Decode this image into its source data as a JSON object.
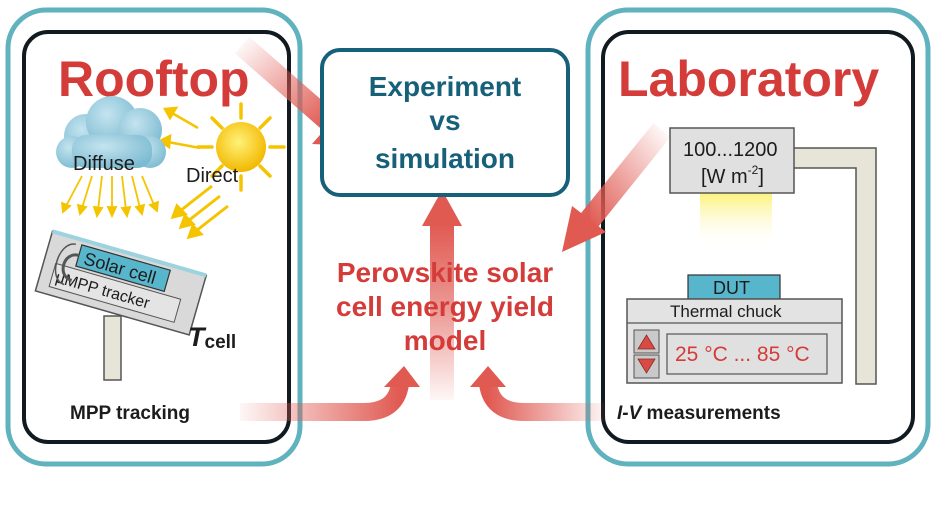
{
  "rooftop": {
    "title": "Rooftop",
    "diffuse_label": "Diffuse",
    "direct_label": "Direct",
    "solar_cell_label": "Solar cell",
    "tracker_label": "µMPP tracker",
    "tcell_main": "T",
    "tcell_sub": "cell",
    "footer": "MPP tracking"
  },
  "center": {
    "experiment_line1": "Experiment",
    "experiment_line2": "vs",
    "experiment_line3": "simulation",
    "model_line1": "Perovskite solar",
    "model_line2": "cell energy yield",
    "model_line3": "model"
  },
  "laboratory": {
    "title": "Laboratory",
    "irradiance_value": "100...1200",
    "irradiance_unit_open": "[W m",
    "irradiance_unit_sup": "-2",
    "irradiance_unit_close": "]",
    "dut_label": "DUT",
    "chuck_label": "Thermal chuck",
    "temp_range": "25 °C ... 85 °C",
    "footer_italic": "I-V",
    "footer_rest": " measurements"
  },
  "colors": {
    "teal_frame": "#5fb2be",
    "title_red": "#d43c3a",
    "teal_text": "#17607a",
    "arrow_red": "#e05a52",
    "sun_yellow": "#f5c400",
    "cloud_blue": "#8fc6d9",
    "solar_cell_blue": "#58b6cc",
    "lamp_yellow": "#fbf29a"
  }
}
